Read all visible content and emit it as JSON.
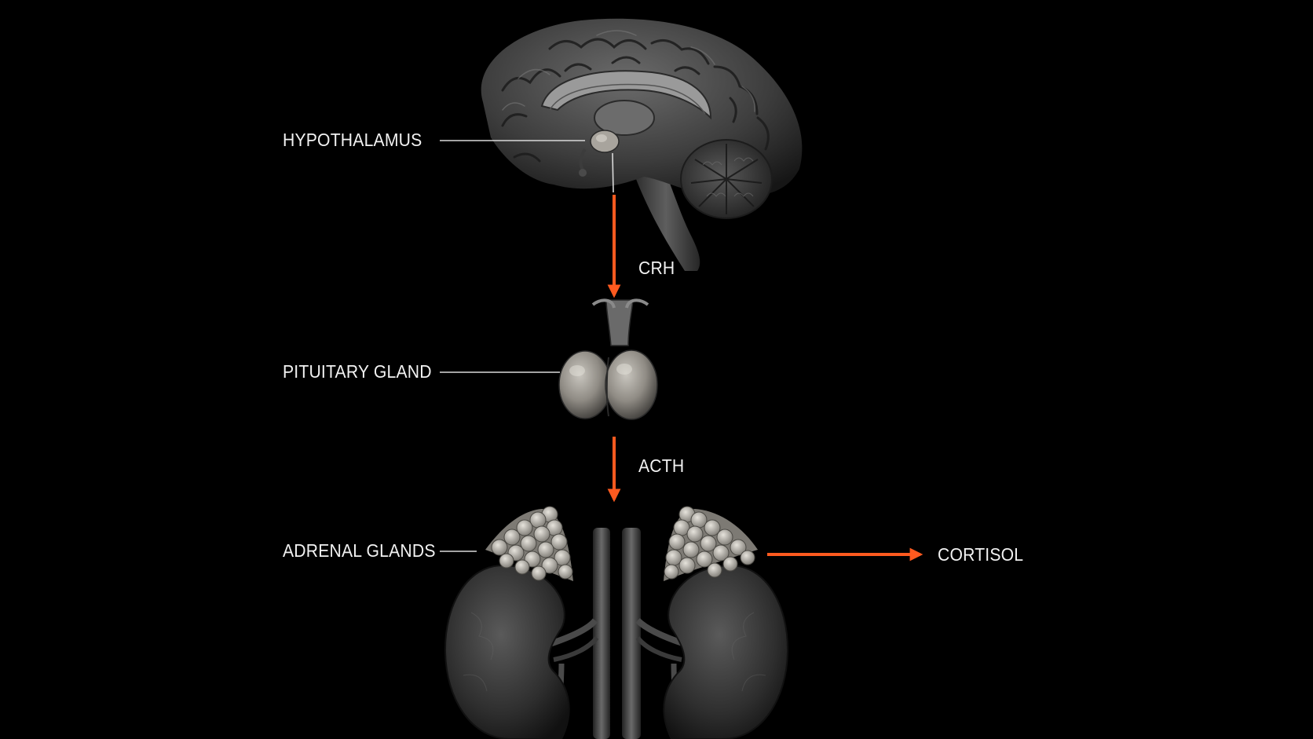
{
  "diagram": {
    "structures": {
      "hypothalamus": {
        "label": "HYPOTHALAMUS"
      },
      "pituitary": {
        "label": "PITUITARY GLAND"
      },
      "adrenal": {
        "label": "ADRENAL GLANDS"
      }
    },
    "hormones": {
      "crh": {
        "label": "CRH"
      },
      "acth": {
        "label": "ACTH"
      },
      "cortisol": {
        "label": "CORTISOL"
      }
    },
    "colors": {
      "background": "#000000",
      "arrow": "#ff5a1f",
      "label": "#f2f2f2",
      "leader": "#d9d9d9"
    }
  }
}
